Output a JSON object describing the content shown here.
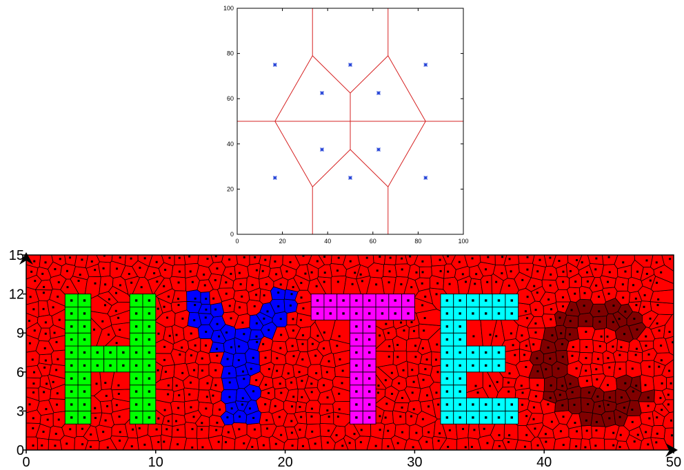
{
  "chart_data": [
    {
      "type": "scatter",
      "title": "",
      "xlabel": "",
      "ylabel": "",
      "xlim": [
        0,
        100
      ],
      "ylim": [
        0,
        100
      ],
      "x_ticks": [
        "0",
        "20",
        "40",
        "60",
        "80",
        "100"
      ],
      "y_ticks": [
        "0",
        "20",
        "40",
        "60",
        "80",
        "100"
      ],
      "series": [
        {
          "marker": "asterisk",
          "color": "#1f3fd6",
          "points": [
            {
              "x": 16.7,
              "y": 75
            },
            {
              "x": 50,
              "y": 75
            },
            {
              "x": 83.3,
              "y": 75
            },
            {
              "x": 37.5,
              "y": 62.5
            },
            {
              "x": 62.5,
              "y": 62.5
            },
            {
              "x": 37.5,
              "y": 37.5
            },
            {
              "x": 62.5,
              "y": 37.5
            },
            {
              "x": 16.7,
              "y": 25
            },
            {
              "x": 50,
              "y": 25
            },
            {
              "x": 83.3,
              "y": 25
            }
          ]
        }
      ],
      "voronoi_edges": [
        [
          [
            0,
            50
          ],
          [
            16.7,
            50
          ]
        ],
        [
          [
            83.3,
            50
          ],
          [
            100,
            50
          ]
        ],
        [
          [
            16.7,
            50
          ],
          [
            83.3,
            50
          ]
        ],
        [
          [
            33.3,
            100
          ],
          [
            33.3,
            79
          ]
        ],
        [
          [
            66.7,
            100
          ],
          [
            66.7,
            79
          ]
        ],
        [
          [
            33.3,
            79
          ],
          [
            16.7,
            50
          ]
        ],
        [
          [
            33.3,
            79
          ],
          [
            50,
            62.5
          ]
        ],
        [
          [
            66.7,
            79
          ],
          [
            50,
            62.5
          ]
        ],
        [
          [
            66.7,
            79
          ],
          [
            83.3,
            50
          ]
        ],
        [
          [
            50,
            62.5
          ],
          [
            50,
            37.5
          ]
        ],
        [
          [
            16.7,
            50
          ],
          [
            33.3,
            21
          ]
        ],
        [
          [
            50,
            37.5
          ],
          [
            33.3,
            21
          ]
        ],
        [
          [
            50,
            37.5
          ],
          [
            66.7,
            21
          ]
        ],
        [
          [
            83.3,
            50
          ],
          [
            66.7,
            21
          ]
        ],
        [
          [
            33.3,
            21
          ],
          [
            33.3,
            0
          ]
        ],
        [
          [
            66.7,
            21
          ],
          [
            66.7,
            0
          ]
        ]
      ],
      "edge_color": "#d62020"
    },
    {
      "type": "heatmap",
      "title": "",
      "xlabel": "",
      "ylabel": "",
      "xlim": [
        0,
        50
      ],
      "ylim": [
        0,
        15
      ],
      "x_ticks": [
        "0",
        "10",
        "20",
        "30",
        "40",
        "50"
      ],
      "y_ticks": [
        "0",
        "3",
        "6",
        "9",
        "12",
        "15"
      ],
      "background_color": "#ff0000",
      "regions": [
        {
          "letter": "H",
          "color": "#00ff00",
          "cells": "square grid"
        },
        {
          "letter": "Y",
          "color": "#0000ff",
          "cells": "voronoi"
        },
        {
          "letter": "T",
          "color": "#ff00ff",
          "cells": "square grid"
        },
        {
          "letter": "F",
          "color": "#00ffff",
          "cells": "square grid"
        },
        {
          "letter": "C",
          "color": "#800000",
          "cells": "voronoi"
        }
      ]
    }
  ]
}
